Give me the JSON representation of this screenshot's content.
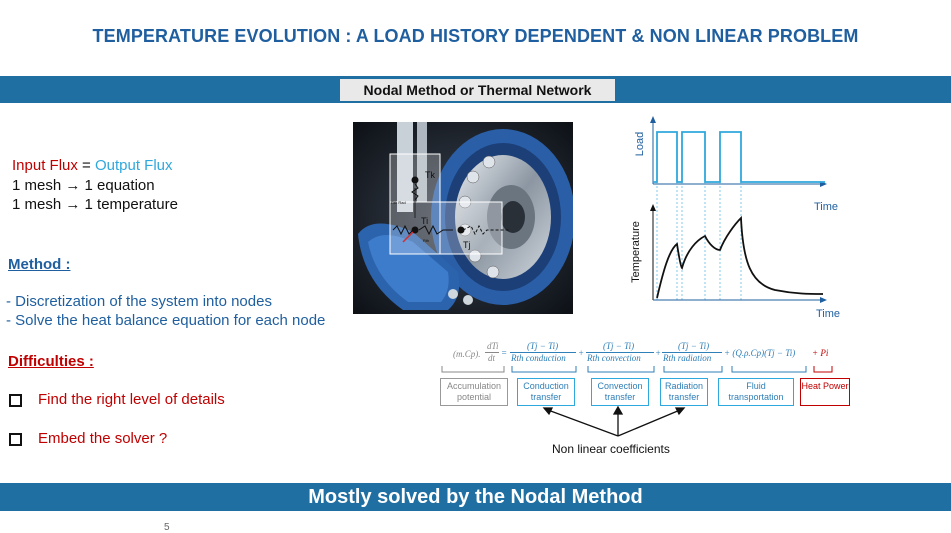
{
  "title": "TEMPERATURE EVOLUTION : A LOAD HISTORY DEPENDENT & NON LINEAR PROBLEM",
  "subtitle": "Nodal Method or Thermal Network",
  "left": {
    "flux_input": "Input Flux",
    "flux_equals": " = ",
    "flux_output": "Output Flux",
    "mesh_equation": "1 mesh → 1 equation",
    "mesh_temperature": "1 mesh → 1 temperature",
    "method_heading": "Method :",
    "method_line1": "- Discretization of the system into nodes",
    "method_line2": "- Solve the heat balance equation for each node",
    "difficulties_heading": "Difficulties :",
    "difficulty1": "Find the right level of details",
    "difficulty2": "Embed the solver ?"
  },
  "image": {
    "node_tk": "Tk",
    "node_ti": "Ti",
    "node_tj": "Tj",
    "rth_label1": "Rth Rad",
    "rth_label2": "Rth"
  },
  "graphs": {
    "load_axis": "Load",
    "temperature_axis": "Temperature",
    "time_label_top": "Time",
    "time_label_bottom": "Time"
  },
  "equation": {
    "term_accumulation": "(m.Cp).",
    "dti": "dTi",
    "dt": "dt",
    "equals": "=",
    "num_conduction": "(Tj − Ti)",
    "den_conduction": "Rth conduction",
    "num_convection": "(Tj − Ti)",
    "den_convection": "Rth convection",
    "num_radiation": "(Tj − Ti)",
    "den_radiation": "Rth radiation",
    "plus": "+",
    "fluid_term": "+ (Q.ρ.Cp)(Tj − Ti)",
    "pi_term": "+ Pi"
  },
  "boxes": {
    "accumulation": "Accumulation potential",
    "conduction": "Conduction transfer",
    "convection": "Convection transfer",
    "radiation": "Radiation transfer",
    "fluid": "Fluid transportation",
    "heat": "Heat Power"
  },
  "nonlinear_label": "Non linear coefficients",
  "bottom_banner": "Mostly solved by the Nodal Method",
  "page_number": "5"
}
